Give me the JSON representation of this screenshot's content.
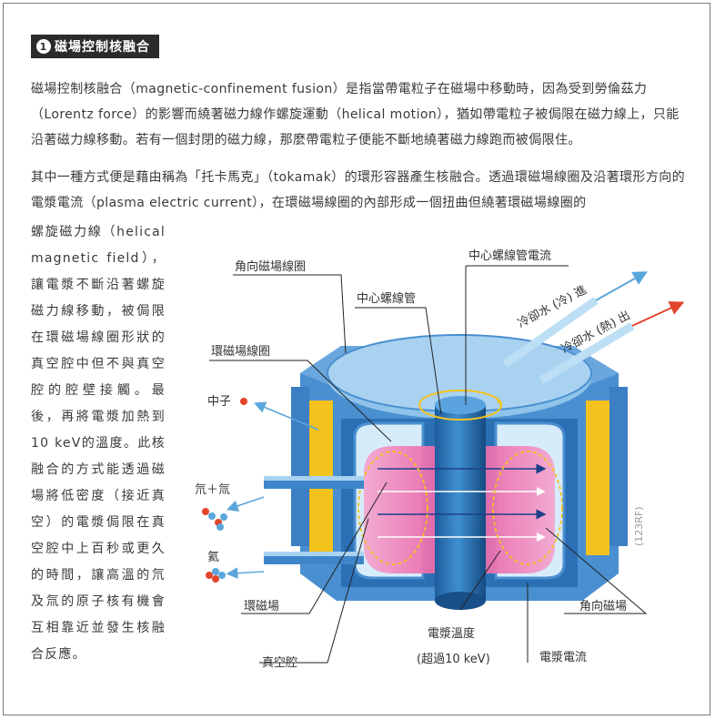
{
  "section": {
    "number": "1",
    "title": "磁場控制核融合"
  },
  "paragraphs": {
    "p1": "磁場控制核融合（magnetic-confinement fusion）是指當帶電粒子在磁場中移動時，因為受到勞倫茲力（Lorentz force）的影響而繞著磁力線作螺旋運動（helical motion），猶如帶電粒子被侷限在磁力線上，只能沿著磁力線移動。若有一個封閉的磁力線，那麼帶電粒子便能不斷地繞著磁力線跑而被侷限住。",
    "p2": "其中一種方式便是藉由稱為「托卡馬克」（tokamak）的環形容器產生核融合。透過環磁場線圈及沿著環形方向的電漿電流（plasma electric current），在環磁場線圈的內部形成一個扭曲但繞著環磁場線圈的",
    "p2_cont": "螺旋磁力線（helical magnetic field），讓電漿不斷沿著螺旋磁力線移動，被侷限在環磁場線圈形狀的真空腔中但不與真空腔的腔壁接觸。最後，再將電漿加熱到10 keV的溫度。此核融合的方式能透過磁場將低密度（接近真空）的電漿侷限在真空腔中上百秒或更久的時間，讓高溫的氘及氚的原子核有機會互相靠近並發生核融合反應。"
  },
  "diagram": {
    "labels": {
      "poloidal_coil": "角向磁場線圈",
      "central_solenoid_current": "中心螺線管電流",
      "central_solenoid": "中心螺線管",
      "coolant_in": "冷卻水 (冷) 進",
      "coolant_out": "冷卻水 (熱) 出",
      "toroidal_coil": "環磁場線圈",
      "neutron": "中子",
      "fuel_in": "氘＋氚",
      "helium": "氦",
      "toroidal_field": "環磁場",
      "vacuum_chamber": "真空腔",
      "plasma_temp": "電漿溫度",
      "plasma_temp_value": "(超過10 keV)",
      "plasma_current": "電漿電流",
      "poloidal_field": "角向磁場"
    },
    "credit": "(123RF)",
    "colors": {
      "outer_blue": "#4a8fd0",
      "light_blue": "#8fc3ea",
      "dark_blue": "#1d5fa8",
      "yellow": "#f4c21d",
      "plasma_pink": "#e06aa8",
      "arrow_red": "#e2452b",
      "arrow_blue": "#5aa6dc"
    }
  }
}
